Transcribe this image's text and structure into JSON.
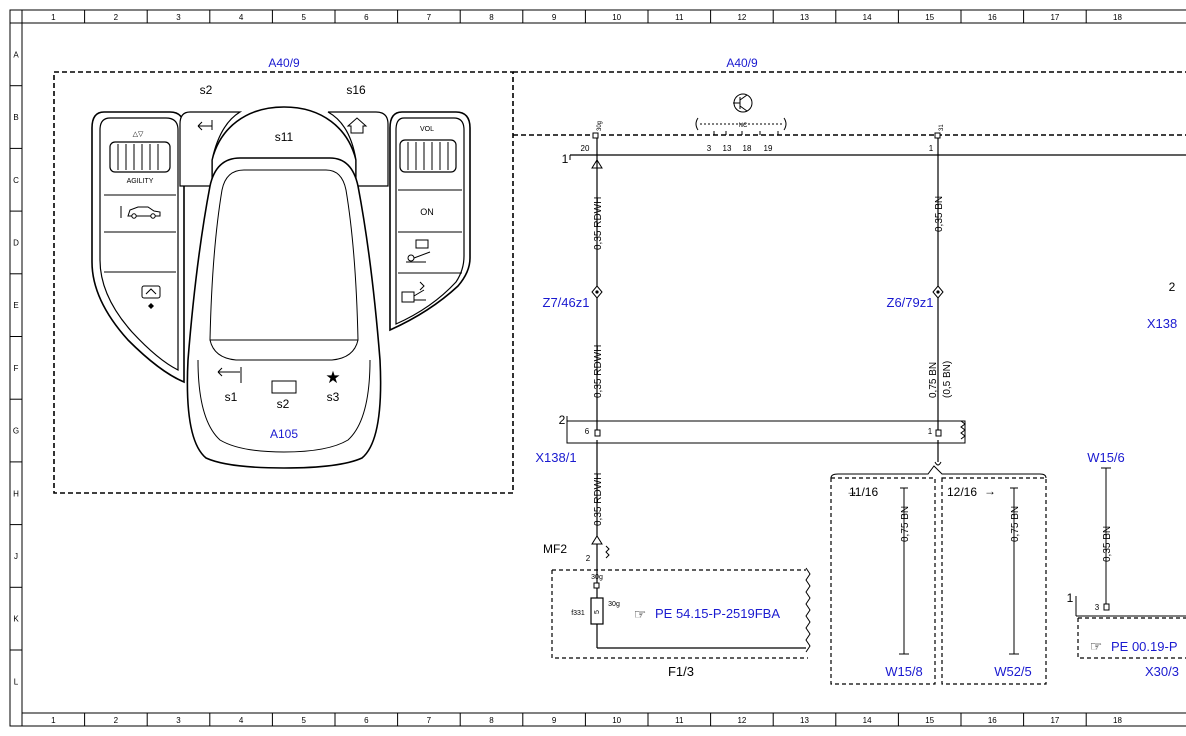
{
  "frame": {
    "columns": [
      "1",
      "2",
      "3",
      "4",
      "5",
      "6",
      "7",
      "8",
      "9",
      "10",
      "11",
      "12",
      "13",
      "14",
      "15",
      "16",
      "17",
      "18"
    ],
    "rows": [
      "A",
      "B",
      "C",
      "D",
      "E",
      "F",
      "G",
      "H",
      "J",
      "K",
      "L"
    ]
  },
  "controller": {
    "box_label": "A40/9",
    "switch_labels": {
      "s2_top": "s2",
      "s16": "s16",
      "s11": "s11",
      "s1": "s1",
      "s2_bottom": "s2",
      "s3": "s3"
    },
    "button_labels": {
      "agility": "AGILITY",
      "vol": "VOL",
      "on": "ON"
    },
    "touchpad_label": "A105"
  },
  "connector_box": {
    "label": "A40/9",
    "nc_label": "NC",
    "pins": {
      "p30g": "30g",
      "p20": "20",
      "p3": "3",
      "p13": "13",
      "p18": "18",
      "p19": "19",
      "p31": "31",
      "p1": "1"
    },
    "wire_number_left": "1"
  },
  "wires": {
    "left_upper": "0,35 RDWH",
    "left_middle": "0,35 RDWH",
    "left_lower": "0,35 RDWH",
    "right_upper": "0,35 BN",
    "right_middle": "0,75 BN",
    "right_middle_alt": "(0,5 BN)",
    "branch_a": "0,75 BN",
    "branch_b": "0,75 BN",
    "w156_wire": "0,35 BN"
  },
  "splices": {
    "left": "Z7/46z1",
    "right": "Z6/79z1"
  },
  "connector_x138": {
    "label": "X138/1",
    "number": "2",
    "pin_left": "6",
    "pin_right": "1"
  },
  "fuse_box": {
    "label": "F1/3",
    "mf2": "MF2",
    "pin2": "2",
    "terminal": "30g",
    "fuse_name": "f331",
    "fuse_number": "5",
    "fuse_terminal": "30g",
    "reference": "PE 54.15-P-2519FBA"
  },
  "ground_branches": {
    "left_ref": "11/16",
    "right_ref": "12/16",
    "left_label": "W15/8",
    "right_label": "W52/5"
  },
  "right_edge": {
    "w156": "W15/6",
    "x138_cut": "X138",
    "number_2": "2",
    "number_1": "1",
    "pin_3": "3",
    "reference_cut": "PE 00.19-P",
    "x30_cut": "X30/3"
  }
}
